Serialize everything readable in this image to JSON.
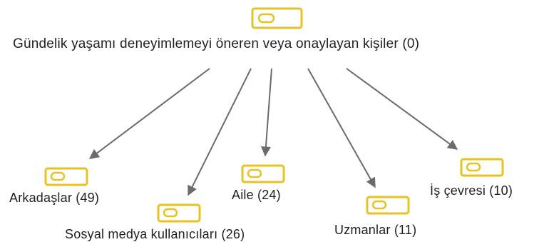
{
  "diagram": {
    "root": {
      "label": "Gündelik yaşamı deneyimlemeyi öneren veya onaylayan kişiler (0)",
      "icon": "tag-icon"
    },
    "children": [
      {
        "id": "arkadaslar",
        "label": "Arkadaşlar (49)",
        "icon": "tag-icon"
      },
      {
        "id": "sosyal-medya",
        "label": "Sosyal medya kullanıcıları (26)",
        "icon": "tag-icon"
      },
      {
        "id": "aile",
        "label": "Aile (24)",
        "icon": "tag-icon"
      },
      {
        "id": "uzmanlar",
        "label": "Uzmanlar (11)",
        "icon": "tag-icon"
      },
      {
        "id": "is-cevresi",
        "label": "İş çevresi (10)",
        "icon": "tag-icon"
      }
    ],
    "colors": {
      "icon": "#E8C21F",
      "edge": "#6b6b6b",
      "text": "#1f1f1f"
    }
  }
}
